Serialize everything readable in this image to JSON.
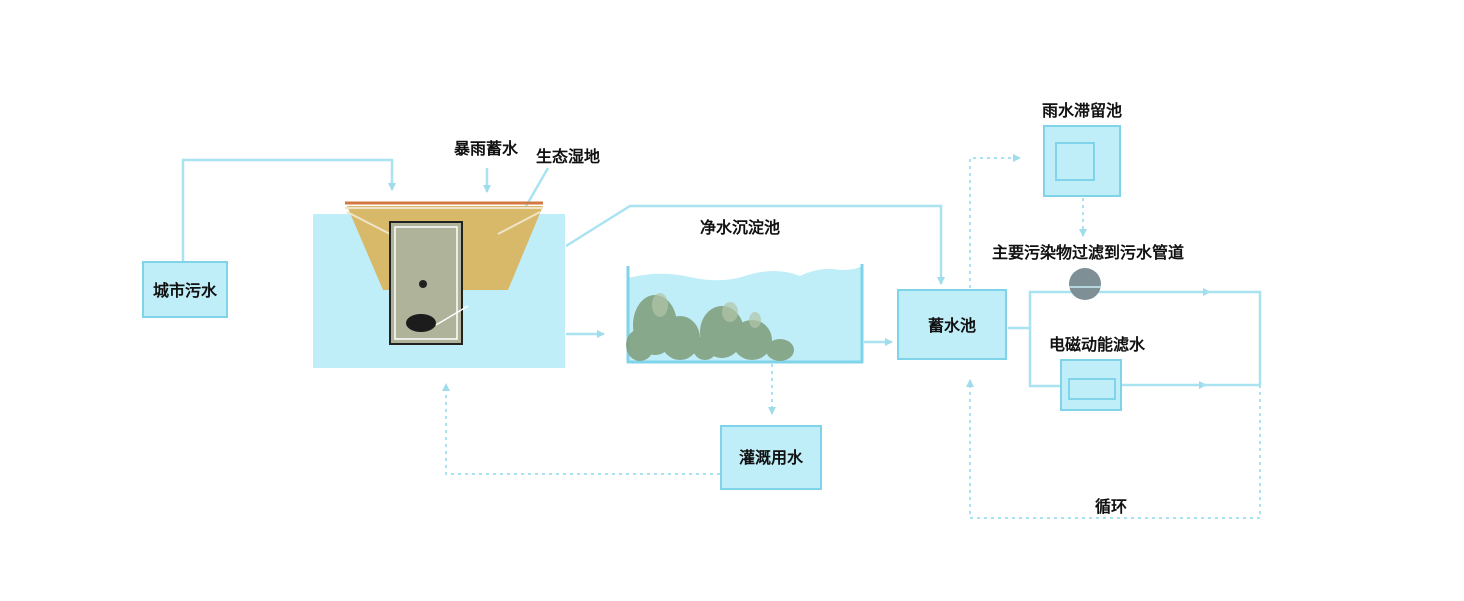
{
  "labels": {
    "city_sewage": "城市污水",
    "storm_storage": "暴雨蓄水",
    "eco_wetland": "生态湿地",
    "settling_pond": "净水沉淀池",
    "irrigation": "灌溉用水",
    "reservoir": "蓄水池",
    "rain_detention": "雨水滞留池",
    "pollutant_filter": "主要污染物过滤到污水管道",
    "em_filter": "电磁动能滤水",
    "cycle": "循环"
  },
  "colors": {
    "box_fill": "#bfeef8",
    "box_stroke": "#7fd4ea",
    "line": "#a9e3f2",
    "arrow": "#9fdcec",
    "wetland": "#d8b96a",
    "roof": "#d3783f",
    "chamber": "#aeb39a",
    "vegetation": "#7f9c7a",
    "filter_ball": "#7e8f96"
  }
}
